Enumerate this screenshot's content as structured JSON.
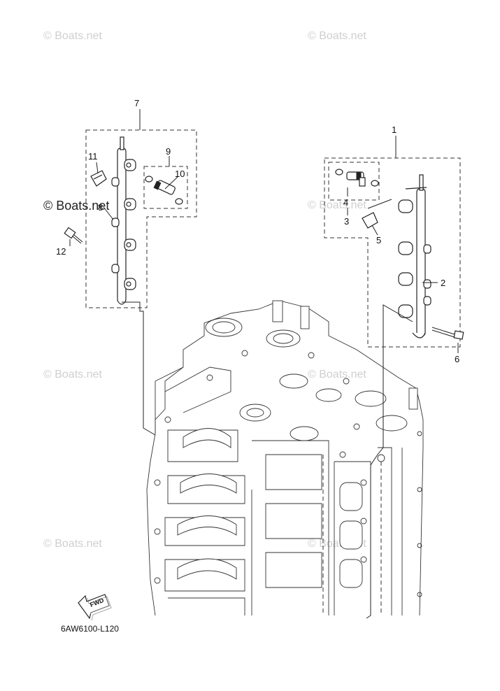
{
  "diagram_code": "6AW6100-L120",
  "watermark": "© Boats.net",
  "fwd_label": "FWD",
  "callouts": {
    "n1": "1",
    "n2": "2",
    "n3": "3",
    "n4": "4",
    "n5": "5",
    "n6": "6",
    "n7": "7",
    "n8": "8",
    "n9": "9",
    "n10": "10",
    "n11": "11",
    "n12": "12"
  }
}
